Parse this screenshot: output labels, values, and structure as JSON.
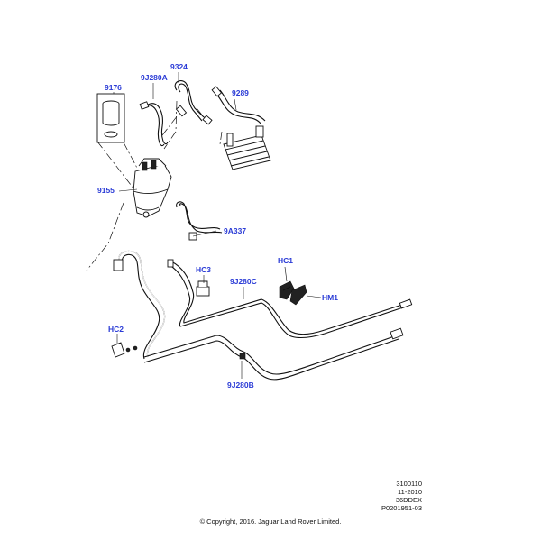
{
  "callouts": {
    "c9176": "9176",
    "c9J280A": "9J280A",
    "c9324": "9324",
    "c9289": "9289",
    "c9155": "9155",
    "c9A337": "9A337",
    "cHC3": "HC3",
    "c9J280C": "9J280C",
    "cHC1": "HC1",
    "cHM1": "HM1",
    "cHC2": "HC2",
    "c9J280B": "9J280B"
  },
  "reference": {
    "line1": "3100110",
    "line2": "11-2010",
    "line3": "36DDEX",
    "line4": "P0201951-03"
  },
  "copyright": "© Copyright, 2016. Jaguar Land Rover Limited.",
  "colors": {
    "callout": "#2a3bd6",
    "line": "#111111"
  }
}
